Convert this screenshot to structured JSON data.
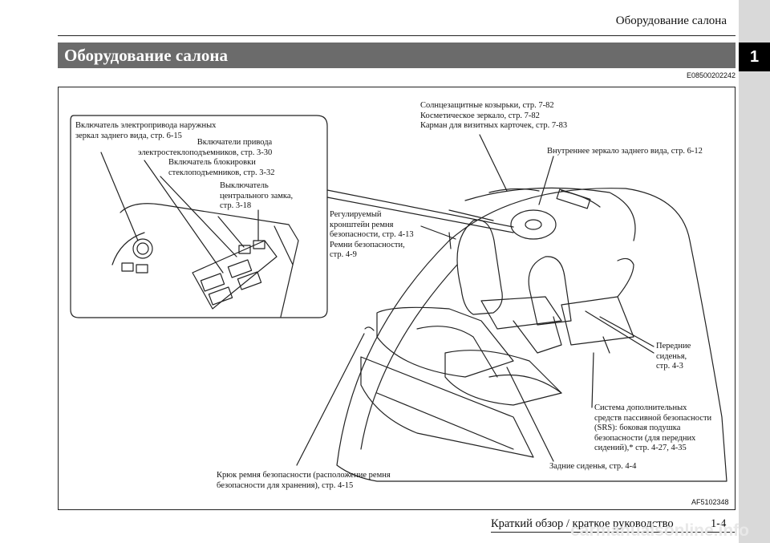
{
  "header": {
    "running_title": "Оборудование салона",
    "section_title": "Оборудование салона",
    "chapter_number": "1",
    "doc_code": "E08500202242"
  },
  "figure": {
    "figure_id": "AF5102348",
    "labels": {
      "sunvisors": "Солнцезащитные козырьки, стр. 7-82\nКосметическое зеркало, стр. 7-82\nКарман для визитных карточек, стр. 7-83",
      "mirror": "Внутреннее зеркало заднего вида, стр. 6-12",
      "outer_mirror_switch": "Включатель электропривода наружных\nзеркал заднего вида, стр. 6-15",
      "power_window_switches": "Включатели привода\nэлектростеклоподъемников, стр. 3-30",
      "window_lock": "Включатель блокировки\nстеклоподъемников, стр. 3-32",
      "central_lock": "Выключатель\nцентрального замка,\nстр. 3-18",
      "belt_anchor": "Регулируемый\nкронштейн ремня\nбезопасности, стр. 4-13\nРемни безопасности,\nстр. 4-9",
      "front_seats": "Передние\nсиденья,\nстр. 4-3",
      "srs": "Система дополнительных\nсредств пассивной безопасности\n(SRS): боковая подушка\nбезопасности (для передних\nсидений),* стр. 4-27, 4-35",
      "rear_seats": "Задние сиденья, стр. 4-4",
      "belt_hook": "Крюк ремня безопасности (расположение ремня\nбезопасности для хранения), стр. 4-15"
    }
  },
  "footer": {
    "text": "Краткий обзор / краткое руководство",
    "page": "1-4",
    "watermark": "carmanualsonline.info"
  }
}
